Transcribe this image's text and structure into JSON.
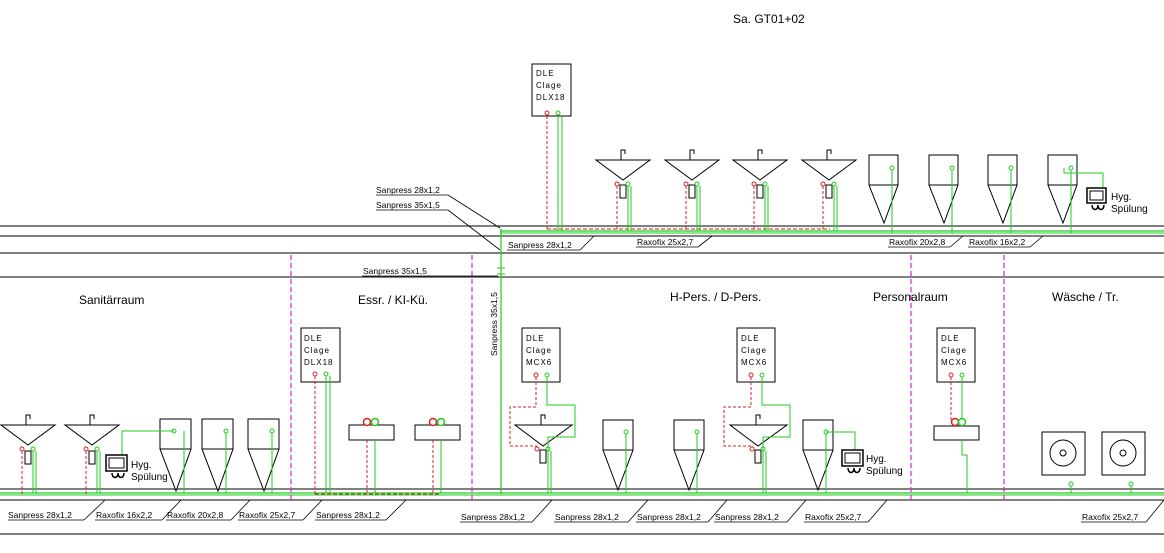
{
  "title": "Sa. GT01+02",
  "rooms": [
    "Sanitärraum",
    "Essr. / KI-Kü.",
    "H-Pers. / D-Pers.",
    "Personalraum",
    "Wäsche / Tr."
  ],
  "devices": [
    {
      "line1": "DLE",
      "line2": "Clage",
      "line3": "DLX18"
    },
    {
      "line1": "DLE",
      "line2": "Clage",
      "line3": "DLX18"
    },
    {
      "line1": "DLE",
      "line2": "Clage",
      "line3": "MCX6"
    },
    {
      "line1": "DLE",
      "line2": "Clage",
      "line3": "MCX6"
    },
    {
      "line1": "DLE",
      "line2": "Clage",
      "line3": "MCX6"
    }
  ],
  "hyg": [
    {
      "line1": "Hyg.",
      "line2": "Spülung"
    },
    {
      "line1": "Hyg.",
      "line2": "Spülung"
    },
    {
      "line1": "Hyg.",
      "line2": "Spülung"
    }
  ],
  "pipe_labels": {
    "top_1": "Sanpress 28x1,2",
    "top_2": "Sanpress 35x1,5",
    "upper_1": "Sanpress 28x1,2",
    "upper_2": "Raxofix 25x2,7",
    "upper_3": "Raxofix 20x2,8",
    "upper_4": "Raxofix 16x2,2",
    "corridor": "Sanpress 35x1,5",
    "riser": "Sanpress 35x1,5",
    "bottom_1": "Sanpress 28x1,2",
    "bottom_2": "Raxofix 16x2,2",
    "bottom_3": "Raxofix 20x2,8",
    "bottom_4": "Raxofix 25x2,7",
    "bottom_5": "Sanpress 28x1,2",
    "bottom_6": "Sanpress 28x1,2",
    "bottom_7": "Sanpress 28x1,2",
    "bottom_8": "Sanpress 28x1,2",
    "bottom_9": "Sanpress 28x1,2",
    "bottom_10": "Raxofix 25x2,7",
    "bottom_11": "Raxofix 25x2,7"
  },
  "colors": {
    "cold": "#22cc22",
    "hot": "#dd2222",
    "divider": "#dd22dd",
    "line": "#000000"
  }
}
